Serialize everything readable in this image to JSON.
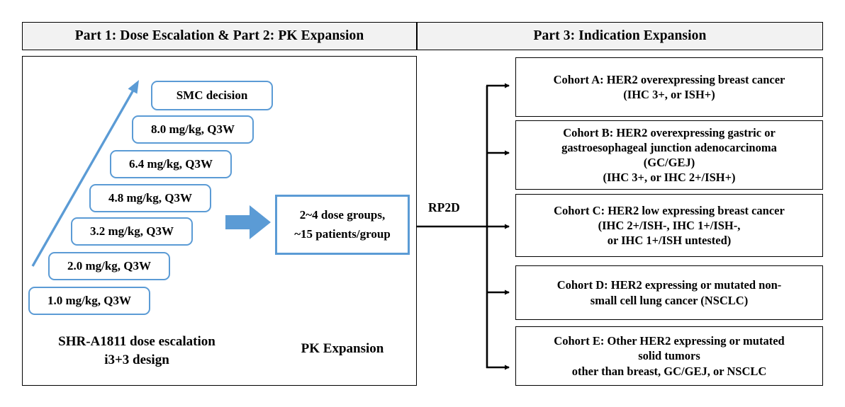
{
  "headers": {
    "left": "Part 1: Dose Escalation  &  Part 2: PK Expansion",
    "right": "Part 3: Indication Expansion"
  },
  "dose_escalation": {
    "steps": [
      {
        "label": "1.0 mg/kg, Q3W"
      },
      {
        "label": "2.0 mg/kg, Q3W"
      },
      {
        "label": "3.2 mg/kg, Q3W"
      },
      {
        "label": "4.8 mg/kg, Q3W"
      },
      {
        "label": "6.4 mg/kg, Q3W"
      },
      {
        "label": "8.0 mg/kg, Q3W"
      },
      {
        "label": "SMC decision"
      }
    ],
    "caption": "SHR-A1811 dose escalation\ni3+3 design",
    "arrow_color": "#5b9bd5",
    "box_border_color": "#5b9bd5"
  },
  "pk_expansion": {
    "line1": "2~4 dose groups,",
    "line2": "~15 patients/group",
    "caption": "PK Expansion",
    "border_color": "#5b9bd5"
  },
  "transition": {
    "rp2d_label": "RP2D"
  },
  "cohorts": [
    {
      "id": "A",
      "lines": [
        "Cohort A: HER2 overexpressing breast cancer",
        "(IHC 3+, or ISH+)"
      ]
    },
    {
      "id": "B",
      "lines": [
        "Cohort B: HER2 overexpressing gastric or",
        "gastroesophageal junction adenocarcinoma",
        "(GC/GEJ)",
        "(IHC 3+, or IHC 2+/ISH+)"
      ]
    },
    {
      "id": "C",
      "lines": [
        "Cohort C: HER2 low expressing breast cancer",
        "(IHC 2+/ISH-, IHC 1+/ISH-,",
        "or IHC 1+/ISH untested)"
      ]
    },
    {
      "id": "D",
      "lines": [
        "Cohort D: HER2 expressing or mutated non-",
        "small cell lung cancer (NSCLC)"
      ]
    },
    {
      "id": "E",
      "lines": [
        "Cohort E: Other HER2 expressing or mutated",
        "solid tumors",
        "other than breast, GC/GEJ, or NSCLC"
      ]
    }
  ],
  "colors": {
    "header_fill": "#f2f2f2",
    "frame_stroke": "#000000",
    "accent_blue": "#5b9bd5"
  }
}
